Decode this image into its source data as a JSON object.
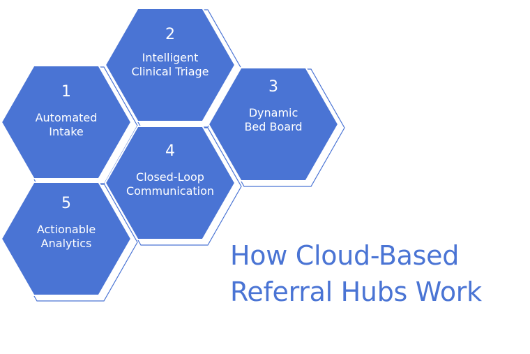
{
  "colors": {
    "hex_fill": "#4a74d4",
    "hex_outline": "#4a74d4",
    "title": "#4a74d4",
    "label": "#ffffff"
  },
  "steps": [
    {
      "number": "1",
      "lines": [
        "Automated",
        "Intake"
      ]
    },
    {
      "number": "2",
      "lines": [
        "Intelligent",
        "Clinical Triage"
      ]
    },
    {
      "number": "3",
      "lines": [
        "Dynamic",
        "Bed Board"
      ]
    },
    {
      "number": "4",
      "lines": [
        "Closed-Loop",
        "Communication"
      ]
    },
    {
      "number": "5",
      "lines": [
        "Actionable",
        "Analytics"
      ]
    }
  ],
  "title": {
    "line1": "How Cloud-Based",
    "line2": "Referral Hubs Work"
  }
}
